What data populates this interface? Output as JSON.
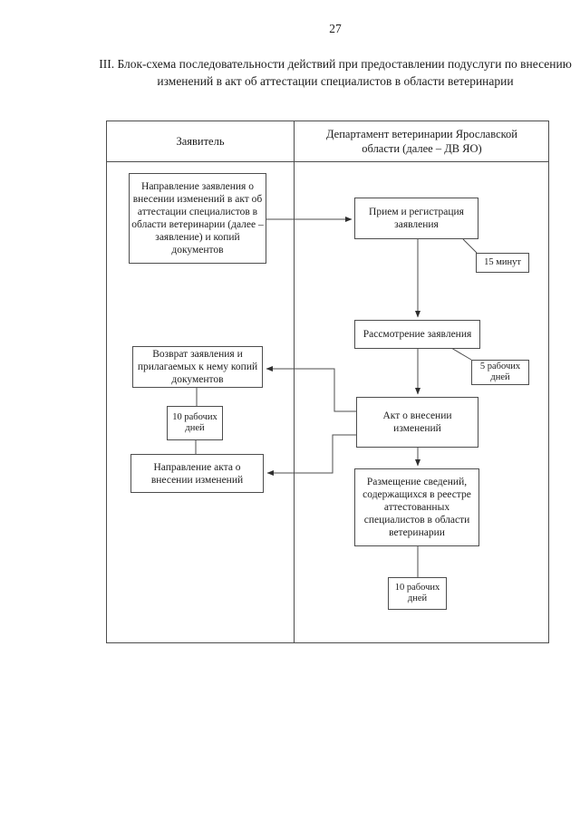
{
  "page_number": "27",
  "title": "III. Блок-схема последовательности действий при предоставлении подуслуги по внесению изменений в акт об аттестации специалистов в области ветеринарии",
  "columns": {
    "applicant": "Заявитель",
    "department": "Департамент ветеринарии Ярославской области (далее – ДВ ЯО)"
  },
  "nodes": {
    "send_application": "Направление заявления о внесении изменений в акт об аттестации специалистов в области ветеринарии (далее – заявление) и копий документов",
    "reception": "Прием и регистрация заявления",
    "reception_time": "15 минут",
    "review": "Рассмотрение заявления",
    "review_time": "5 рабочих дней",
    "act": "Акт о внесении изменений",
    "return_application": "Возврат заявления и прилагаемых к нему копий документов",
    "return_time": "10 рабочих дней",
    "send_act": "Направление акта о внесении изменений",
    "publish": "Размещение сведений, содержащихся в реестре аттестованных специалистов в области ветеринарии",
    "publish_time": "10 рабочих дней"
  },
  "edges": [
    {
      "from": "send_application",
      "to": "reception",
      "arrow": true
    },
    {
      "from": "reception",
      "to": "review",
      "arrow": true
    },
    {
      "from": "reception",
      "to": "reception_time",
      "arrow": false
    },
    {
      "from": "review",
      "to": "act",
      "arrow": true
    },
    {
      "from": "review",
      "to": "review_time",
      "arrow": false
    },
    {
      "from": "act",
      "to": "return_application",
      "arrow": true
    },
    {
      "from": "act",
      "to": "send_act",
      "arrow": true
    },
    {
      "from": "act",
      "to": "publish",
      "arrow": true
    },
    {
      "from": "return_application",
      "to": "return_time",
      "arrow": false
    },
    {
      "from": "return_time",
      "to": "send_act",
      "arrow": false
    },
    {
      "from": "publish",
      "to": "publish_time",
      "arrow": false
    }
  ],
  "colors": {
    "text": "#1b1b1b",
    "line": "#4d4d4d",
    "background": "#ffffff"
  }
}
